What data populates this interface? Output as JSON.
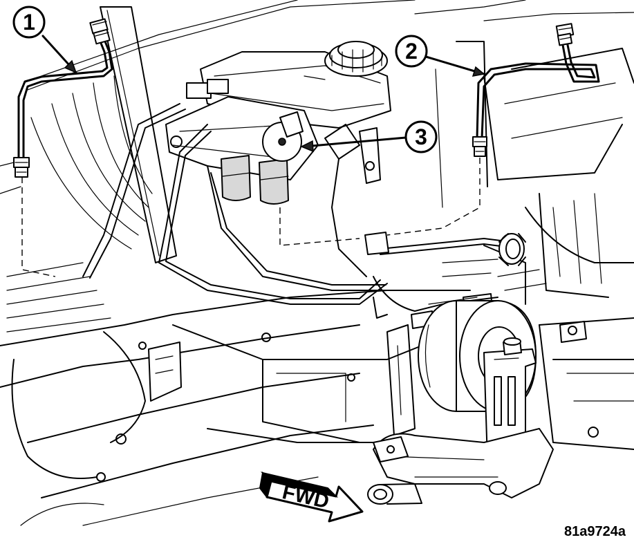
{
  "diagram": {
    "callouts": [
      {
        "label": "1",
        "part": "brake-tube-left"
      },
      {
        "label": "2",
        "part": "brake-tube-right"
      },
      {
        "label": "3",
        "part": "master-cylinder-fitting"
      }
    ],
    "direction_label": "FWD",
    "figure_id": "81a9724a"
  }
}
